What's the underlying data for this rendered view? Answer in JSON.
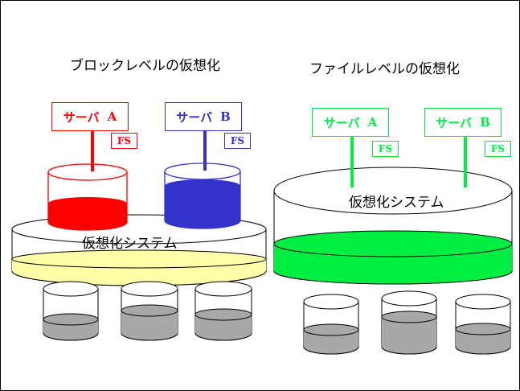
{
  "left_panel": {
    "title": "ブロックレベルの仮想化",
    "server_a": {
      "name": "サーバ",
      "id": "A",
      "fs": "FS",
      "color": "#ff0000"
    },
    "server_b": {
      "name": "サーバ",
      "id": "B",
      "fs": "FS",
      "color": "#3333cc"
    },
    "virtualization_label": "仮想化システム",
    "virtualization_fill": "#ffffaa"
  },
  "right_panel": {
    "title": "ファイルレベルの仮想化",
    "server_a": {
      "name": "サーバ",
      "id": "A",
      "fs": "FS",
      "color": "#00ee44"
    },
    "server_b": {
      "name": "サーバ",
      "id": "B",
      "fs": "FS",
      "color": "#00ee44"
    },
    "virtualization_label": "仮想化システム",
    "virtualization_fill": "#00ee44"
  },
  "disk_fill": "#a8a8a8"
}
